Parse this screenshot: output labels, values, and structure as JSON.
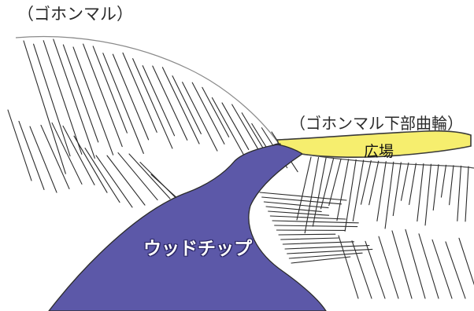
{
  "labels": {
    "gohonmaru": "（ゴホンマル）",
    "gohonmaru_lower": "（ゴホンマル下部曲輪）",
    "plaza": "広場",
    "woodchip": "ウッドチップ"
  },
  "colors": {
    "woodchip_area": "#5c58a8",
    "plaza_area": "#f6ee6e",
    "hachure": "#2b2b2b",
    "background": "#ffffff"
  }
}
